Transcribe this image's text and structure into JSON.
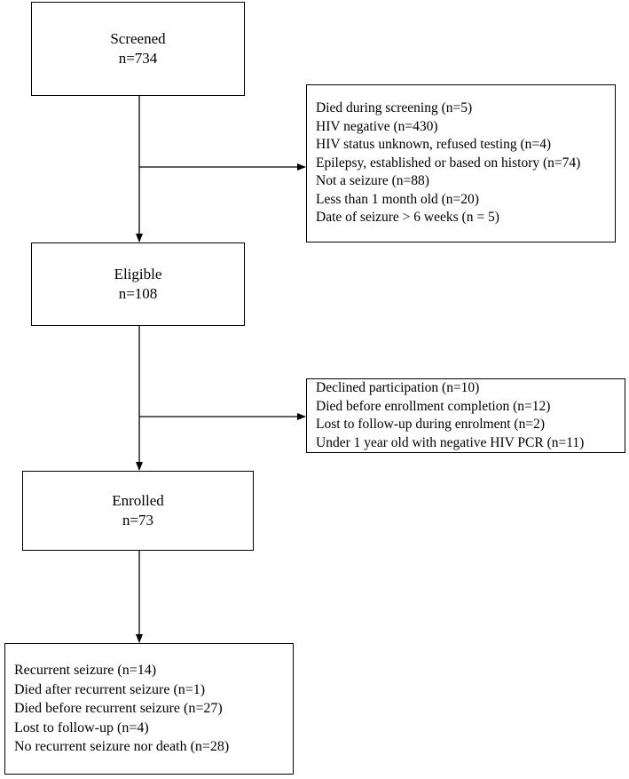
{
  "stages": {
    "screened": {
      "label": "Screened",
      "count": "n=734"
    },
    "eligible": {
      "label": "Eligible",
      "count": "n=108"
    },
    "enrolled": {
      "label": "Enrolled",
      "count": "n=73"
    }
  },
  "exclusions_screening": [
    "Died during screening (n=5)",
    "HIV negative (n=430)",
    "HIV status unknown, refused testing (n=4)",
    "Epilepsy, established or based on history (n=74)",
    "Not a seizure (n=88)",
    "Less than 1 month old (n=20)",
    "Date of seizure > 6 weeks (n = 5)"
  ],
  "exclusions_enrollment": [
    "Declined participation (n=10)",
    "Died before enrollment completion (n=12)",
    "Lost to follow-up during enrolment (n=2)",
    "Under 1 year old with negative HIV PCR (n=11)"
  ],
  "outcomes": [
    "Recurrent seizure (n=14)",
    "Died after recurrent seizure (n=1)",
    "Died before recurrent seizure (n=27)",
    "Lost to follow-up (n=4)",
    "No recurrent seizure nor death (n=28)"
  ]
}
